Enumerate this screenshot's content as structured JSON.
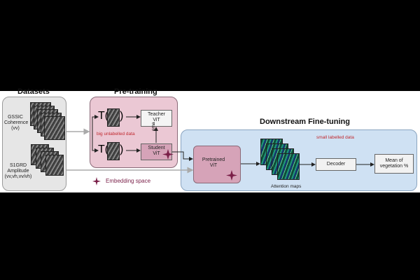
{
  "datasets": {
    "title": "Datasets",
    "gssic_label": "GSSIC\nCoherence\n(vv)",
    "s1grd_label": "S1GRD\nAmplitude\n(vv,vh,vv/vh)"
  },
  "pretraining": {
    "title": "Pre-training",
    "t1": "T(",
    "t1_close": ")",
    "t2": "T(",
    "t2_close": ")",
    "teacher": "Teacher\nViT",
    "student": "Student\nViT",
    "ema": "ema",
    "unlabelled": "big unlabelled data"
  },
  "legend": {
    "embedding": "Embedding space"
  },
  "finetune": {
    "title": "Downstream Fine-tuning",
    "labelled": "small labelled data",
    "pretrained": "Pretrained\nViT",
    "attention": "Attention maps",
    "decoder": "Decoder",
    "output": "Mean of\nvegetation %"
  },
  "colors": {
    "gray_box": "#e6e6e6",
    "pink_box": "#ebc8d4",
    "student_box": "#d6a3b8",
    "blue_box": "#cfe1f3",
    "accent_red": "#c0282e",
    "star": "#7a1f48"
  }
}
